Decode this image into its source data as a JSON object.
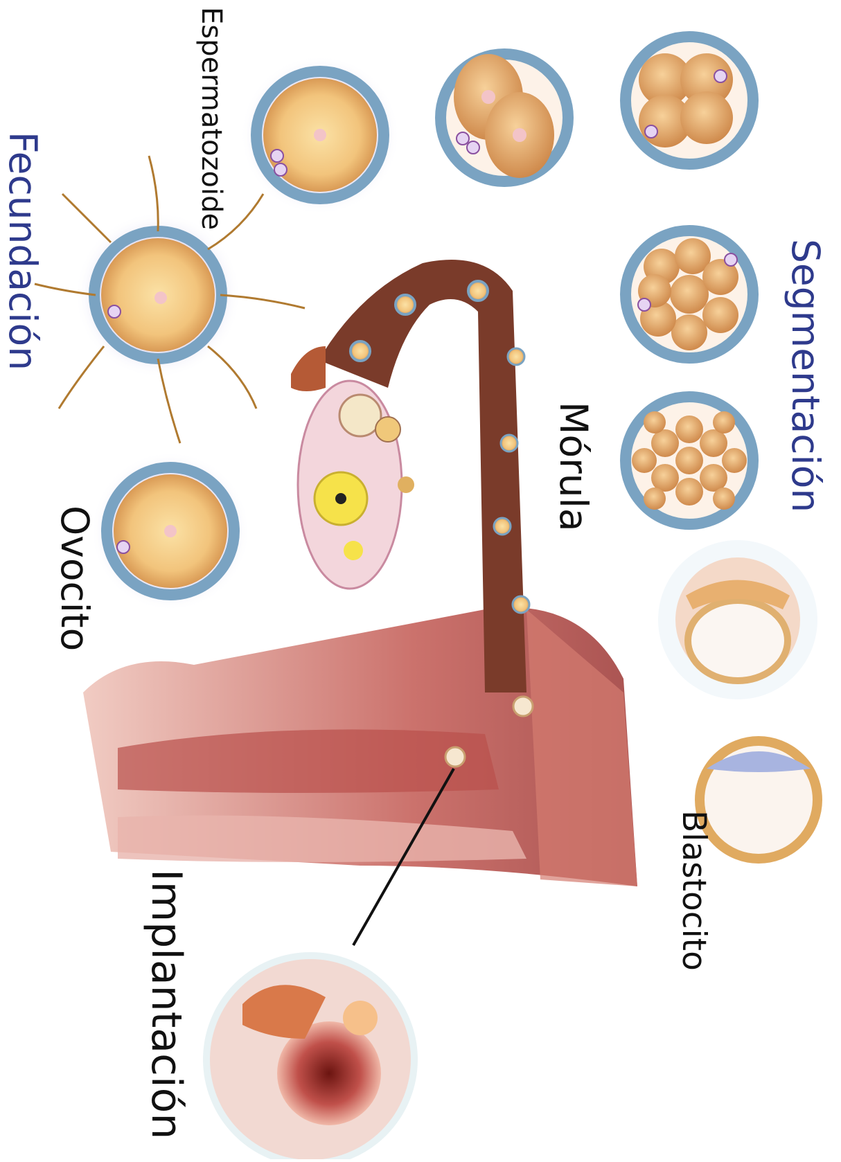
{
  "labels": {
    "segmentacion": "Segmentación",
    "fecundacion": "Fecundación",
    "espermatozoide": "Espermatozoide",
    "morula": "Mórula",
    "ovocito": "Ovocito",
    "blastocito": "Blastocito",
    "implantacion": "Implantación"
  },
  "colors": {
    "heading": "#2e3a8c",
    "label": "#111111",
    "zona": "#7aa3c2",
    "cytoplasm": "#f3c98a",
    "tissue": "#c0615f",
    "tube": "#7a3b2a"
  }
}
